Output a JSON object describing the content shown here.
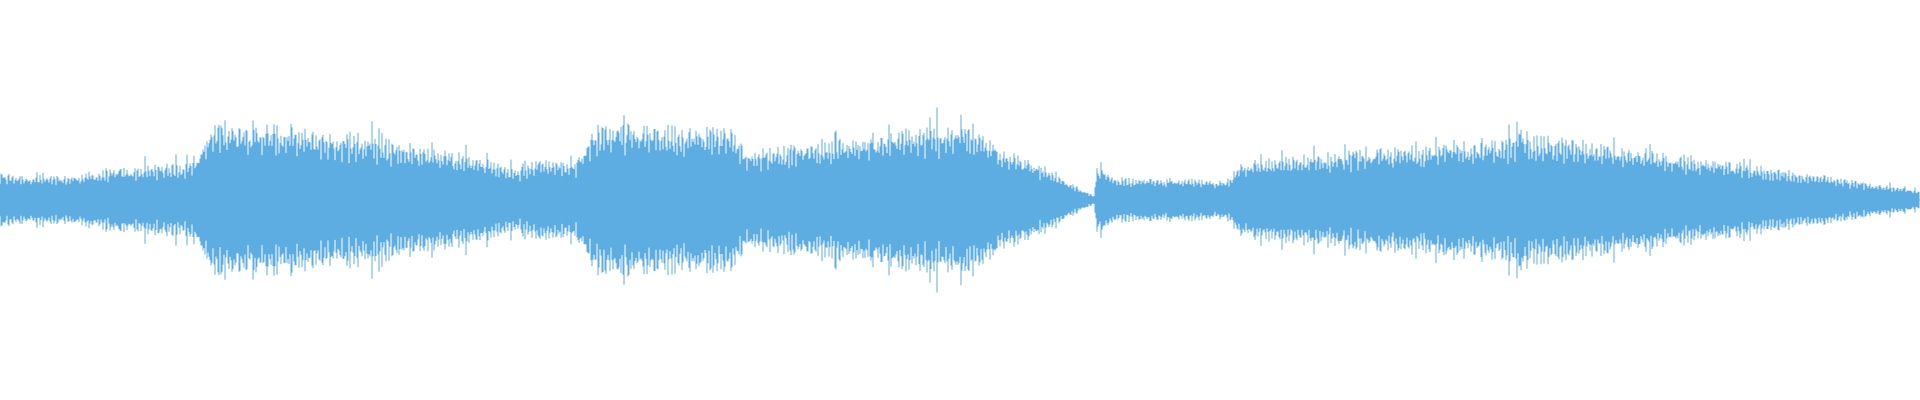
{
  "colors": {
    "background": "#ffffff",
    "waveform": "#5dade2"
  },
  "waveform": {
    "duration_fraction_points": [
      0,
      0.03,
      0.06,
      0.1,
      0.11,
      0.115,
      0.2,
      0.25,
      0.27,
      0.28,
      0.3,
      0.31,
      0.38,
      0.39,
      0.5,
      0.57,
      0.571,
      0.58,
      0.64,
      0.645,
      0.8,
      0.9,
      1.0
    ],
    "amplitude_envelope": [
      0.14,
      0.12,
      0.16,
      0.2,
      0.38,
      0.42,
      0.32,
      0.22,
      0.16,
      0.22,
      0.2,
      0.4,
      0.38,
      0.26,
      0.4,
      0.02,
      0.18,
      0.12,
      0.1,
      0.2,
      0.34,
      0.2,
      0.05
    ]
  }
}
